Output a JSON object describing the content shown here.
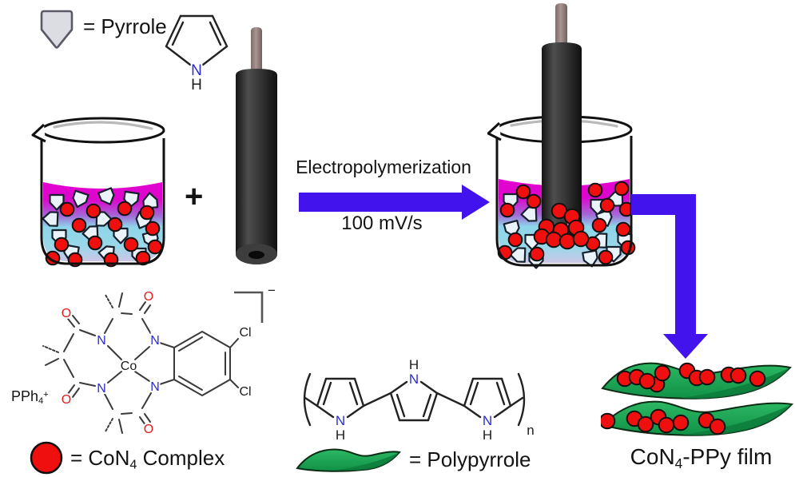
{
  "legends": {
    "pyrrole": {
      "label": "= Pyrrole"
    },
    "con4": {
      "prefix": "= CoN",
      "sub": "4",
      "suffix": " Complex"
    },
    "polypyrrole": {
      "label": "= Polypyrrole"
    }
  },
  "process": {
    "plus": "+",
    "label": "Electropolymerization",
    "scan_rate": "100 mV/s"
  },
  "product": {
    "prefix": "CoN",
    "sub": "4",
    "suffix": "-PPy film"
  },
  "molecules": {
    "atoms": {
      "nitrogen": "N",
      "hydrogen": "H",
      "oxygen": "O",
      "cobalt": "Co",
      "chlorine": "Cl"
    },
    "counterion": {
      "text": "PPh",
      "sub": "4",
      "sup": "+"
    },
    "anion_charge": "−",
    "polymer_repeat": "n"
  },
  "colors": {
    "arrow_blue": "#4313ee",
    "solution_magenta": "#e104ce",
    "solution_cyan": "#8dd5ea",
    "solution_lavender": "#cfc5e6",
    "complex_red": "#ef0f0f",
    "film_green": "#1ba351",
    "film_green_dark": "#0d7c3c",
    "pyrrole_pentagon_fill": "#e9f3f9",
    "legend_pentagon_fill": "#dcdde3",
    "nitrogen_blue": "#2b2bd0",
    "oxygen_red": "#e01d1d",
    "electrode_gray": "#3d3d3d"
  }
}
